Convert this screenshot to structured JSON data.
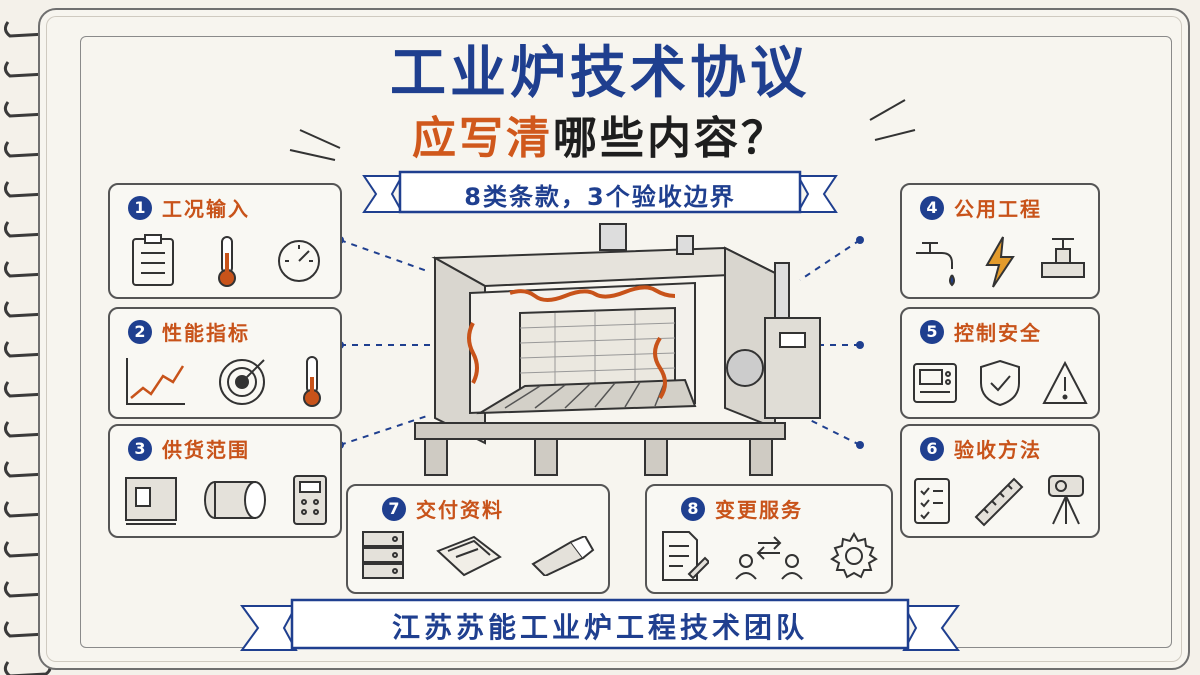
{
  "title_line1": "工业炉技术协议",
  "title_line2_highlight": "应写清",
  "title_line2_rest": "哪些内容？",
  "subtitle_banner": "8类条款，3个验收边界",
  "footer_banner": "江苏苏能工业炉工程技术团队",
  "colors": {
    "accent_blue": "#1f3f8f",
    "accent_orange": "#d0581c",
    "ink": "#3a3a3a"
  },
  "sections": [
    {
      "num": "1",
      "title": "工况输入",
      "icons": [
        "clipboard-icon",
        "thermometer-icon",
        "gauge-icon"
      ]
    },
    {
      "num": "2",
      "title": "性能指标",
      "icons": [
        "trend-chart-icon",
        "target-icon",
        "thermometer-icon"
      ]
    },
    {
      "num": "3",
      "title": "供货范围",
      "icons": [
        "equipment-cabinet-icon",
        "pipe-coupling-icon",
        "controller-icon"
      ]
    },
    {
      "num": "4",
      "title": "公用工程",
      "icons": [
        "water-faucet-icon",
        "lightning-icon",
        "gas-valve-icon"
      ]
    },
    {
      "num": "5",
      "title": "控制安全",
      "icons": [
        "control-panel-icon",
        "shield-check-icon",
        "warning-icon"
      ]
    },
    {
      "num": "6",
      "title": "验收方法",
      "icons": [
        "checklist-icon",
        "ruler-icon",
        "camera-tripod-icon"
      ]
    },
    {
      "num": "7",
      "title": "交付资料",
      "icons": [
        "server-rack-icon",
        "drawings-icon",
        "usb-drive-icon"
      ]
    },
    {
      "num": "8",
      "title": "变更服务",
      "icons": [
        "document-edit-icon",
        "people-exchange-icon",
        "gear-icon"
      ]
    }
  ]
}
